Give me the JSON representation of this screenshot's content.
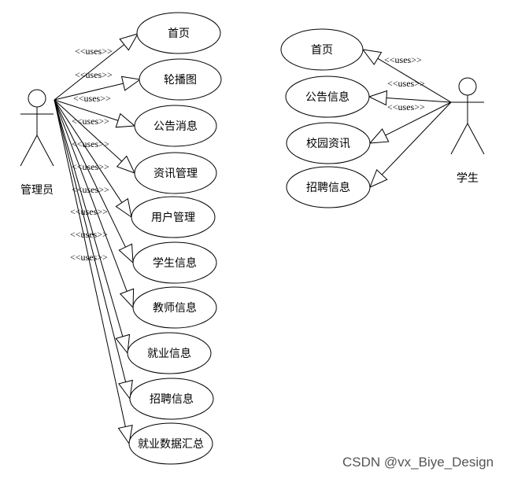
{
  "actors": {
    "admin": {
      "label": "管理员"
    },
    "student": {
      "label": "学生"
    }
  },
  "relation_label": "<<uses>>",
  "admin_use_cases": [
    "首页",
    "轮播图",
    "公告消息",
    "资讯管理",
    "用户管理",
    "学生信息",
    "教师信息",
    "就业信息",
    "招聘信息",
    "就业数据汇总"
  ],
  "student_use_cases": [
    "首页",
    "公告信息",
    "校园资讯",
    "招聘信息"
  ],
  "watermark": "CSDN @vx_Biye_Design",
  "colors": {
    "stroke": "#000000",
    "background": "#ffffff",
    "watermark": "#555555"
  }
}
